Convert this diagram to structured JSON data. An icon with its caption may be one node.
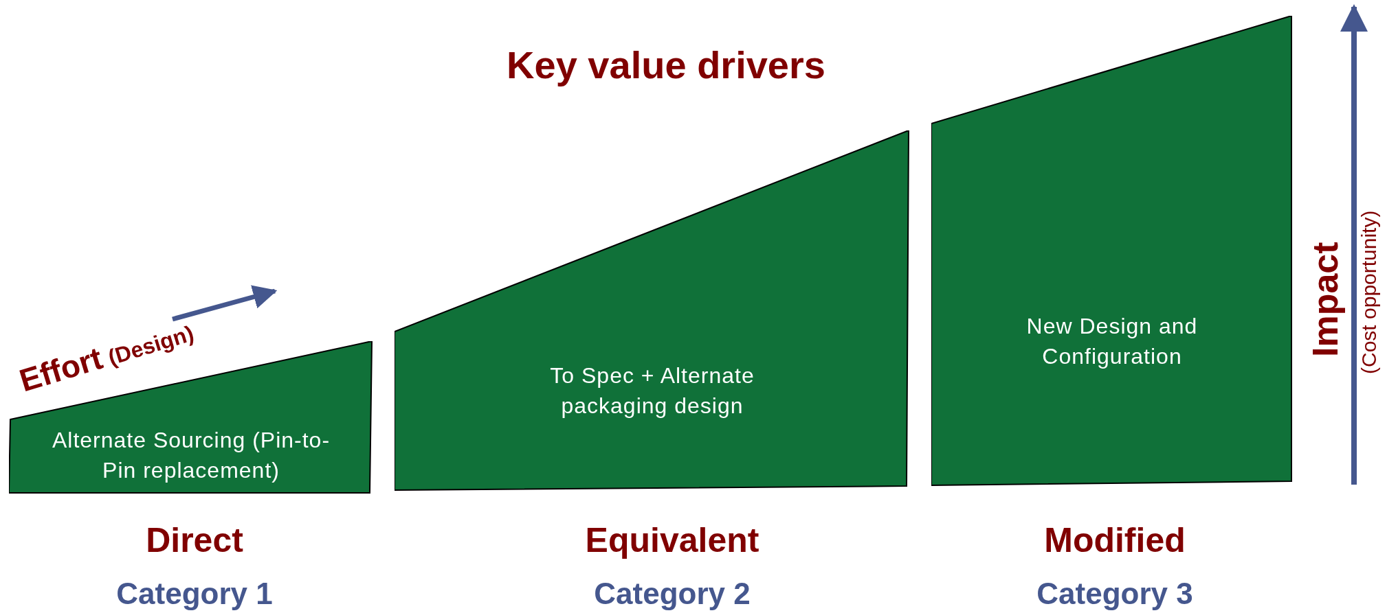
{
  "diagram": {
    "title": "Key value drivers",
    "nodes": [
      {
        "text": [
          "Alternate Sourcing (Pin-to-Pin replacement)"
        ],
        "beside": [
          "Direct",
          "Category 1"
        ]
      },
      {
        "text": [
          "To Spec + Alternate packaging design"
        ],
        "beside": [
          "Equivalent",
          "Category 2"
        ]
      },
      {
        "text": [
          "New Design and Configuration"
        ],
        "beside": [
          "Modified",
          "Category 3"
        ]
      }
    ],
    "labels": [
      "Effort",
      "(Design)",
      "Impact",
      "(Cost opportunity)"
    ]
  }
}
